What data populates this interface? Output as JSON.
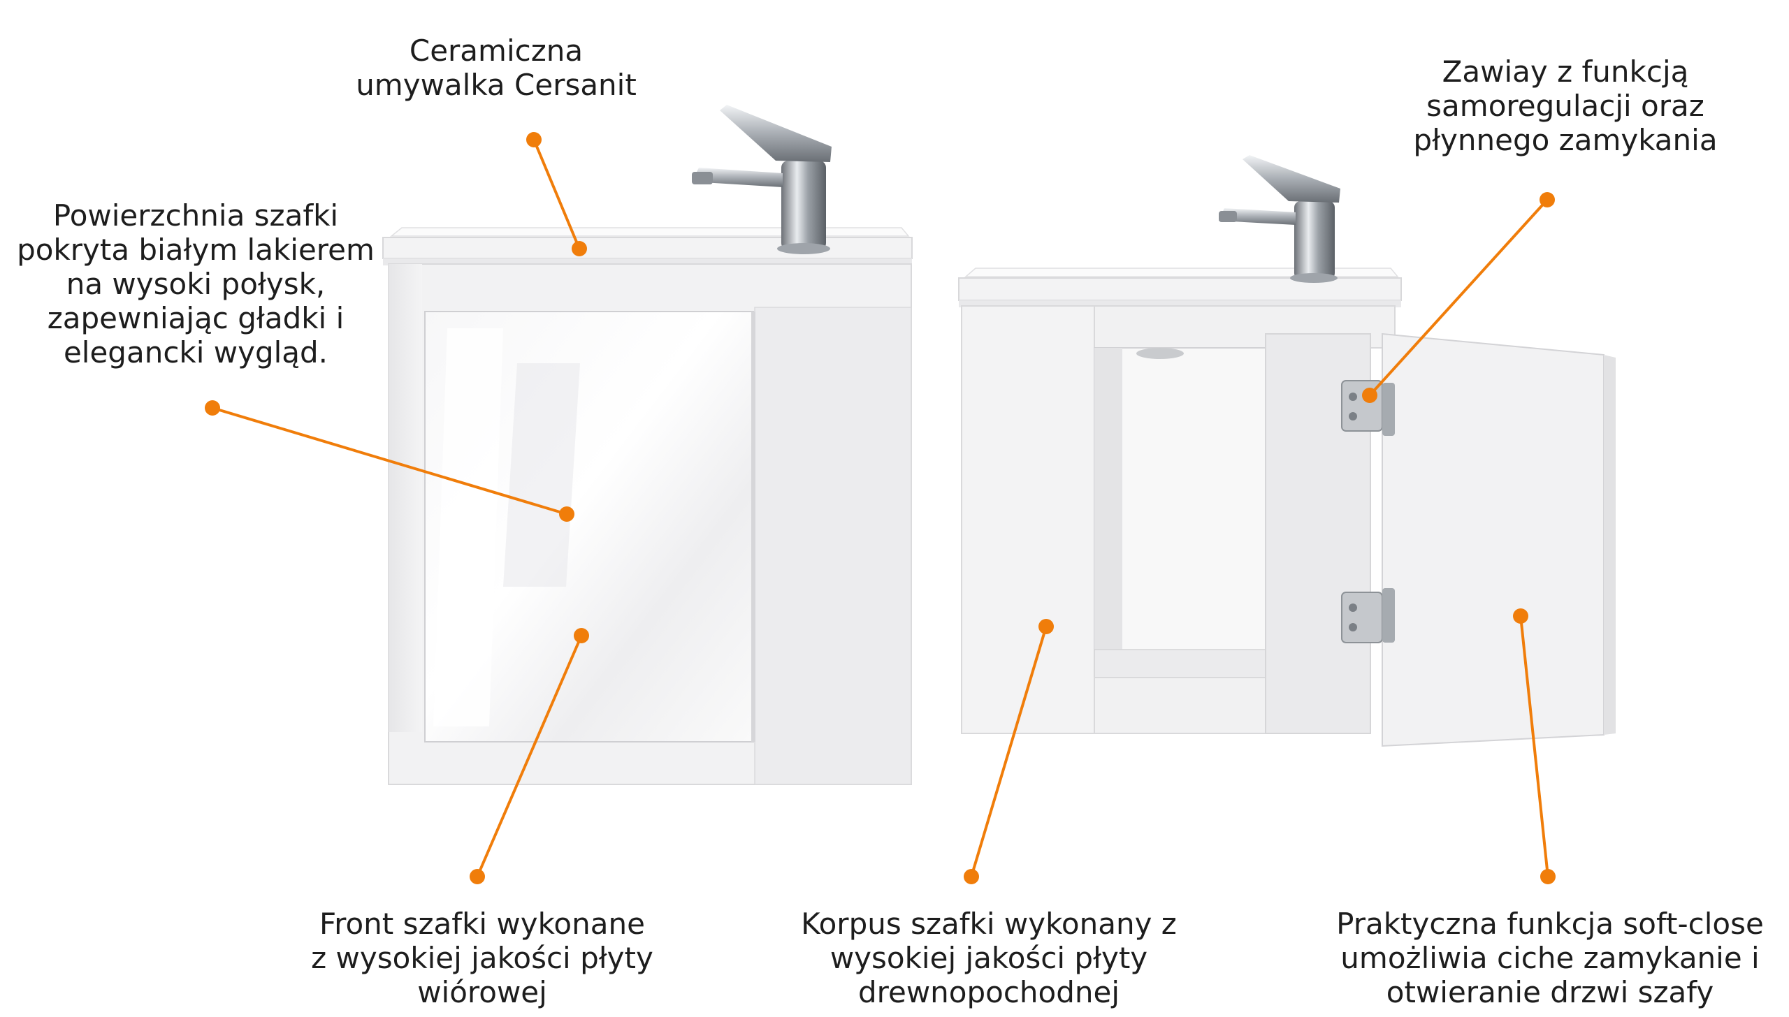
{
  "accent_color": "#f07d0a",
  "labels": {
    "sink": [
      "Ceramiczna",
      "umywalka Cersanit"
    ],
    "surface": [
      "Powierzchnia szafki",
      "pokryta białym lakierem",
      "na wysoki połysk,",
      "zapewniając gładki i",
      "elegancki wygląd."
    ],
    "hinges": [
      "Zawiay z funkcją",
      "samoregulacji oraz",
      "płynnego zamykania"
    ],
    "front": [
      "Front szafki wykonane",
      "z wysokiej jakości płyty",
      "wiórowej"
    ],
    "body": [
      "Korpus szafki wykonany z",
      "wysokiej jakości płyty",
      "drewnopochodnej"
    ],
    "softclose": [
      "Praktyczna funkcja soft-close",
      "umożliwia ciche zamykanie i",
      "otwieranie drzwi szafy"
    ]
  }
}
